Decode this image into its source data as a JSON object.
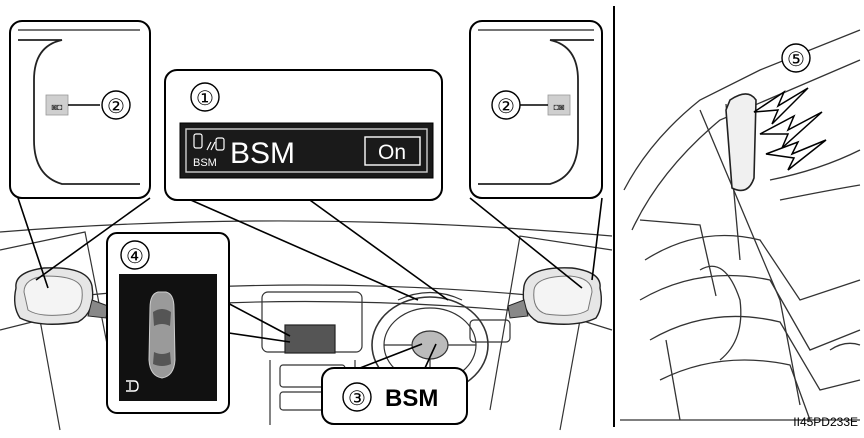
{
  "callouts": {
    "c1": "①",
    "c2_left": "②",
    "c2_right": "②",
    "c3": "③",
    "c4": "④",
    "c5": "⑤"
  },
  "display": {
    "icon_caption": "BSM",
    "label": "BSM",
    "state": "On"
  },
  "switch_label": "BSM",
  "figure_code": "II45PD233E"
}
